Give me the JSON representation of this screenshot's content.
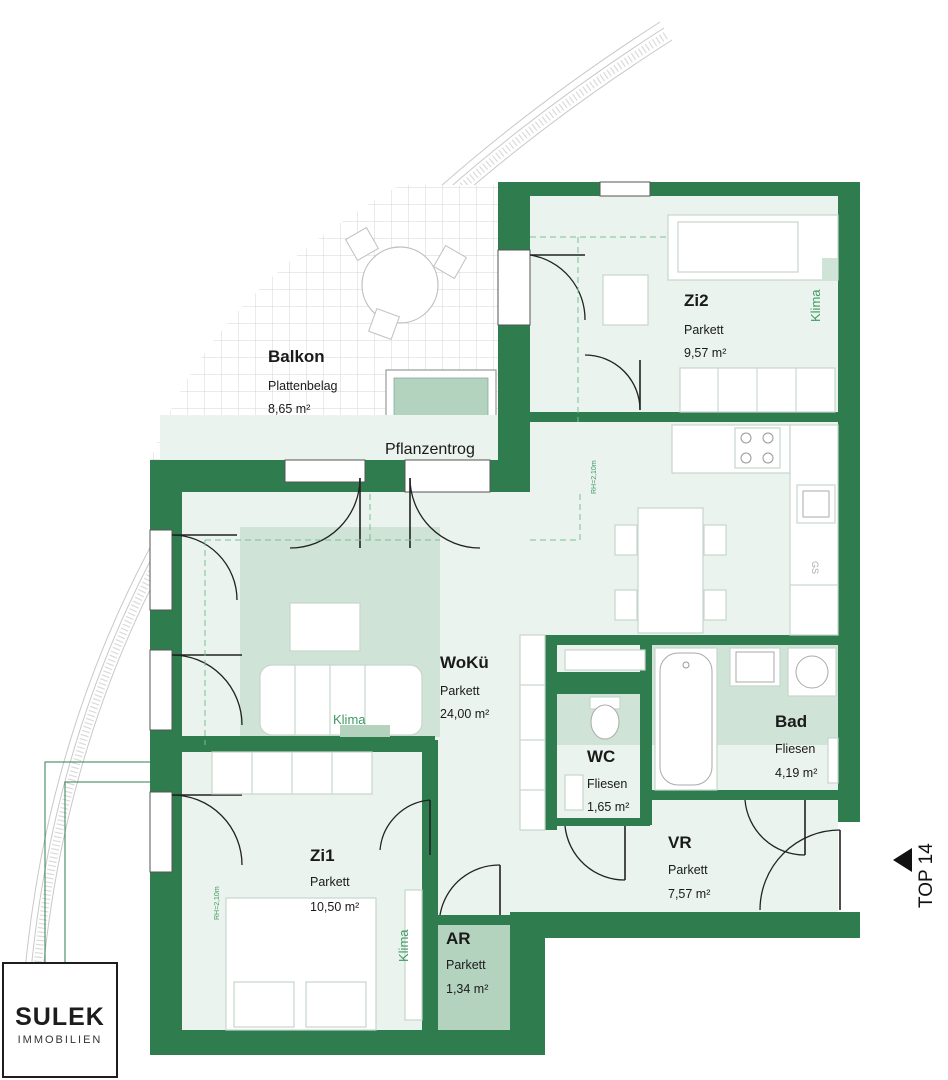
{
  "colors": {
    "wall": "#2f7d4f",
    "floor_light": "#eaf3ed",
    "floor_mid": "#cfe3d6",
    "floor_dark": "#b4d3bf",
    "accent_text": "#3f9a63",
    "balcony_tile": "#d9d9d9"
  },
  "rooms": {
    "balkon": {
      "name": "Balkon",
      "surface": "Plattenbelag",
      "area": "8,65 m²"
    },
    "zi2": {
      "name": "Zi2",
      "surface": "Parkett",
      "area": "9,57 m²"
    },
    "woku": {
      "name": "WoKü",
      "surface": "Parkett",
      "area": "24,00 m²"
    },
    "wc": {
      "name": "WC",
      "surface": "Fliesen",
      "area": "1,65 m²"
    },
    "bad": {
      "name": "Bad",
      "surface": "Fliesen",
      "area": "4,19 m²"
    },
    "zi1": {
      "name": "Zi1",
      "surface": "Parkett",
      "area": "10,50 m²"
    },
    "vr": {
      "name": "VR",
      "surface": "Parkett",
      "area": "7,57 m²"
    },
    "ar": {
      "name": "AR",
      "surface": "Parkett",
      "area": "1,34 m²"
    }
  },
  "labels": {
    "pflanzentrog": "Pflanzentrog",
    "klima": "Klima",
    "room_height": "RH=2,10m",
    "gs": "GS",
    "top": "TOP 14"
  },
  "logo": {
    "main": "SULEK",
    "sub": "IMMOBILIEN"
  },
  "icons": [
    "entrance-arrow-icon",
    "stove-icon",
    "sink-icon",
    "toilet-icon",
    "bathtub-icon",
    "washing-machine-icon"
  ]
}
